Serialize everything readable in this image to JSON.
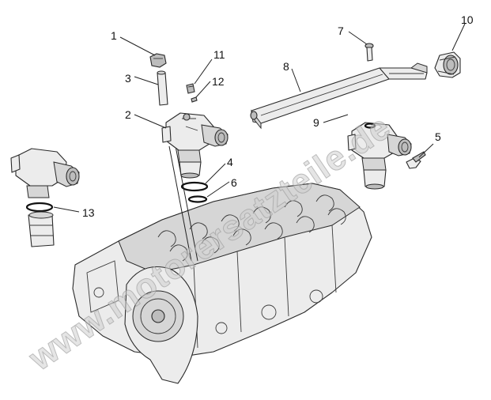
{
  "callouts": {
    "c1": "1",
    "c2": "2",
    "c3": "3",
    "c4": "4",
    "c5": "5",
    "c6": "6",
    "c7": "7",
    "c8": "8",
    "c9": "9",
    "c10": "10",
    "c11": "11",
    "c12": "12",
    "c13": "13"
  },
  "watermark": "www.motorersatzteile.de",
  "colors": {
    "line": "#2a2a2a",
    "part_fill": "#ececec",
    "watermark": "#cfcfcf"
  }
}
